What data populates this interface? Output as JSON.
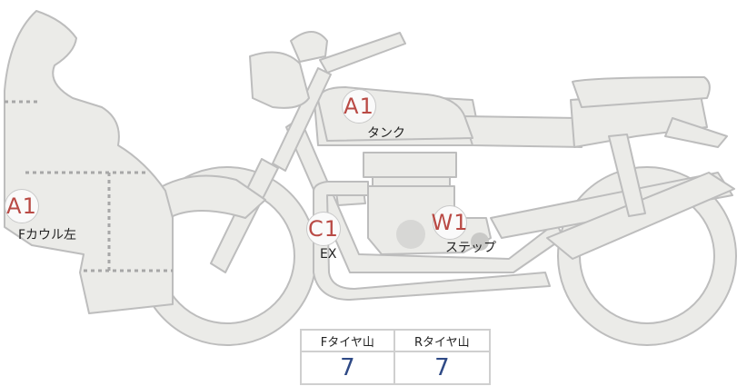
{
  "marks": {
    "f_cowl_left": {
      "code": "A1",
      "label": "Fカウル左"
    },
    "tank": {
      "code": "A1",
      "label": "タンク"
    },
    "exhaust": {
      "code": "C1",
      "label": "EX"
    },
    "step": {
      "code": "W1",
      "label": "ステップ"
    }
  },
  "tire_table": {
    "headers": [
      "Fタイヤ山",
      "Rタイヤ山"
    ],
    "values": [
      "7",
      "7"
    ]
  },
  "colors": {
    "badge_text": "#b94a45",
    "value_text": "#2f4a86",
    "body_fill": "#ebebe8",
    "outline": "#bdbdbd"
  }
}
